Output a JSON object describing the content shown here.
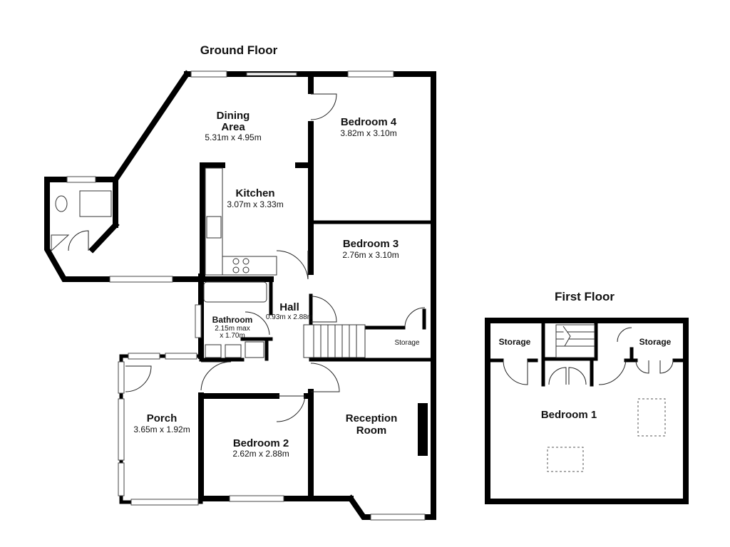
{
  "floors": {
    "ground": {
      "title": "Ground Floor"
    },
    "first": {
      "title": "First Floor"
    }
  },
  "rooms": {
    "dining": {
      "name_line1": "Dining",
      "name_line2": "Area",
      "dims": "5.31m x 4.95m"
    },
    "bedroom4": {
      "name": "Bedroom 4",
      "dims": "3.82m x 3.10m"
    },
    "kitchen": {
      "name": "Kitchen",
      "dims": "3.07m x 3.33m"
    },
    "bedroom3": {
      "name": "Bedroom 3",
      "dims": "2.76m x 3.10m"
    },
    "hall": {
      "name": "Hall",
      "dims": "0.93m x 2.88m"
    },
    "bathroom": {
      "name": "Bathroom",
      "dims_line1": "2.15m max",
      "dims_line2": "x 1.70m"
    },
    "storage_ground": {
      "name": "Storage"
    },
    "porch": {
      "name": "Porch",
      "dims": "3.65m x 1.92m"
    },
    "bedroom2": {
      "name": "Bedroom 2",
      "dims": "2.62m x 2.88m"
    },
    "reception": {
      "name_line1": "Reception",
      "name_line2": "Room"
    },
    "storage_first_left": {
      "name": "Storage"
    },
    "storage_first_right": {
      "name": "Storage"
    },
    "bedroom1": {
      "name": "Bedroom 1"
    }
  }
}
